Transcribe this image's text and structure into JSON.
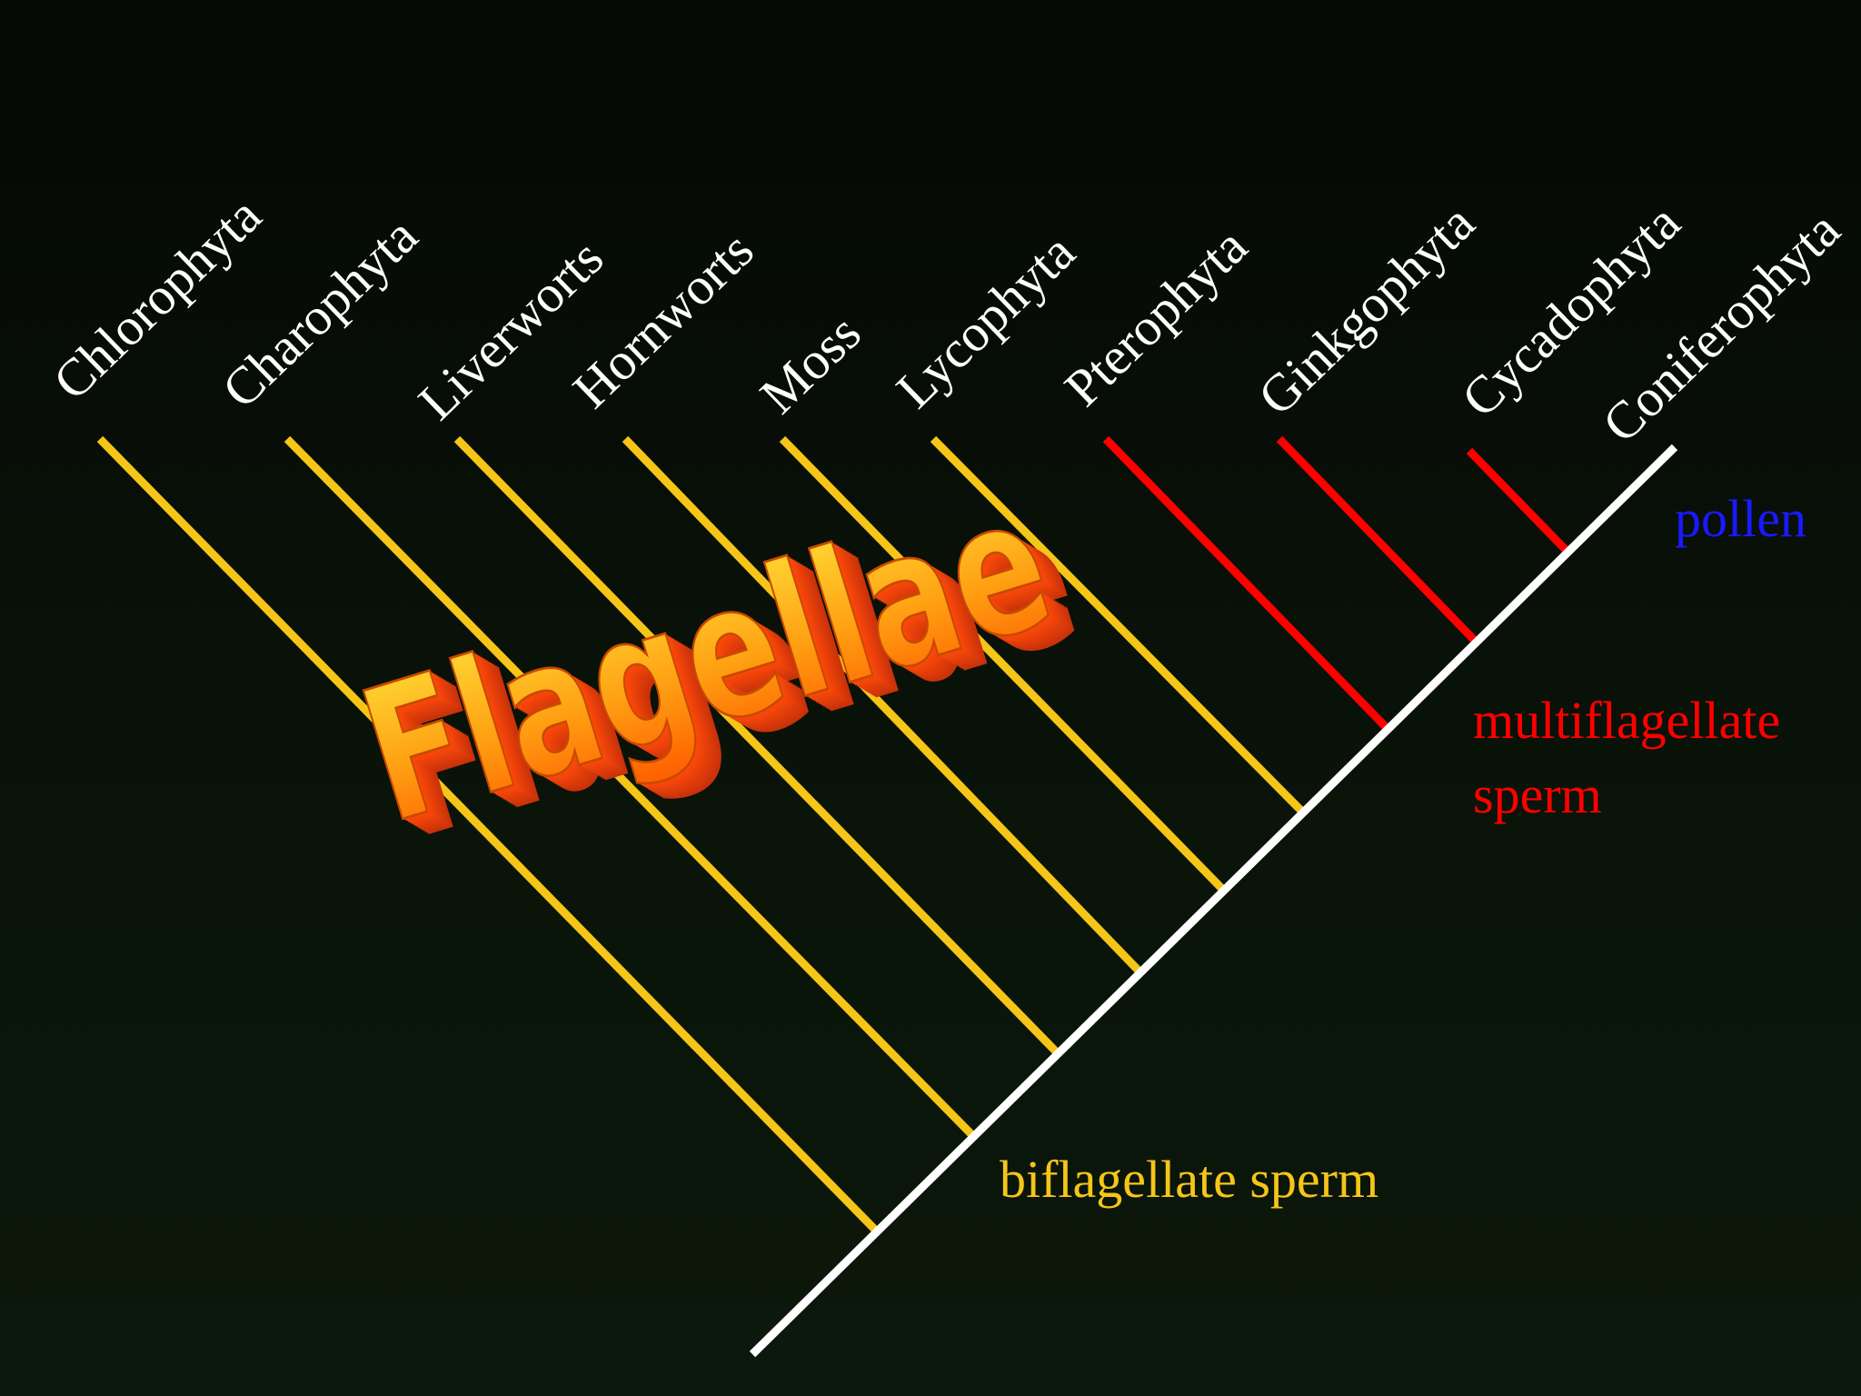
{
  "taxa": [
    {
      "name": "Chlorophyta",
      "trait": "biflagellate"
    },
    {
      "name": "Charophyta",
      "trait": "biflagellate"
    },
    {
      "name": "Liverworts",
      "trait": "biflagellate"
    },
    {
      "name": "Hornworts",
      "trait": "biflagellate"
    },
    {
      "name": "Moss",
      "trait": "biflagellate"
    },
    {
      "name": "Lycophyta",
      "trait": "biflagellate"
    },
    {
      "name": "Pterophyta",
      "trait": "multiflagellate"
    },
    {
      "name": "Ginkgophyta",
      "trait": "multiflagellate"
    },
    {
      "name": "Cycadophyta",
      "trait": "multiflagellate"
    },
    {
      "name": "Coniferophyta",
      "trait": "pollen"
    }
  ],
  "traits": {
    "biflagellate": {
      "label_lines": [
        "biflagellate sperm"
      ],
      "color": "#f5c518"
    },
    "multiflagellate": {
      "label_lines": [
        "multiflagellate",
        "sperm"
      ],
      "color": "#ff0000"
    },
    "pollen": {
      "label_lines": [
        "pollen"
      ],
      "color": "#1a1aff"
    }
  },
  "banner": {
    "text": "Flagellae"
  },
  "colors": {
    "background": "#0a1409",
    "spine": "#ffffff",
    "taxon_text_default": "#ffffff"
  }
}
